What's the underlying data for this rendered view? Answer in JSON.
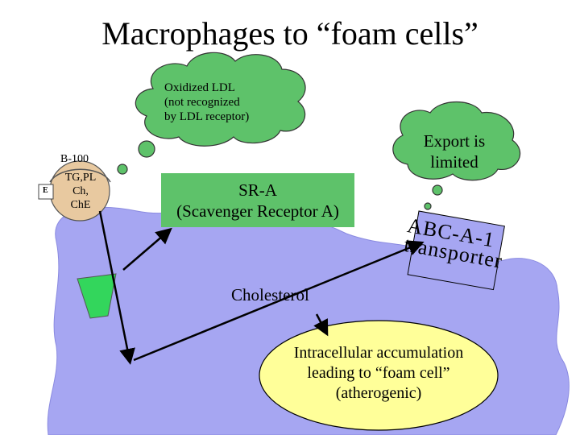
{
  "title": "Macrophages to “foam cells”",
  "oxidized_cloud": {
    "line1": "Oxidized LDL",
    "line2": "(not recognized",
    "line3": "by LDL receptor)"
  },
  "export_cloud": {
    "line1": "Export is",
    "line2": "limited"
  },
  "ldl_particle": {
    "apo_label": "B-100",
    "core_line1": "TG,PL",
    "core_line2": "Ch, ChE",
    "e_label": "E"
  },
  "scavenger_receptor": {
    "line1": "SR-A",
    "line2": "(Scavenger Receptor A)"
  },
  "abc_transporter": {
    "line1": "ABC-A-1",
    "line2": "transporter"
  },
  "cholesterol_label": "Cholesterol",
  "accumulation": {
    "line1": "Intracellular accumulation",
    "line2": "leading to “foam cell”",
    "line3": "(atherogenic)"
  },
  "colors": {
    "cell": "#a6a6f2",
    "cloud": "#5ec26a",
    "receptor": "#5ec26a",
    "ellipse": "#ffff99",
    "ldl": "#e8c9a0",
    "arrow": "#000000"
  }
}
